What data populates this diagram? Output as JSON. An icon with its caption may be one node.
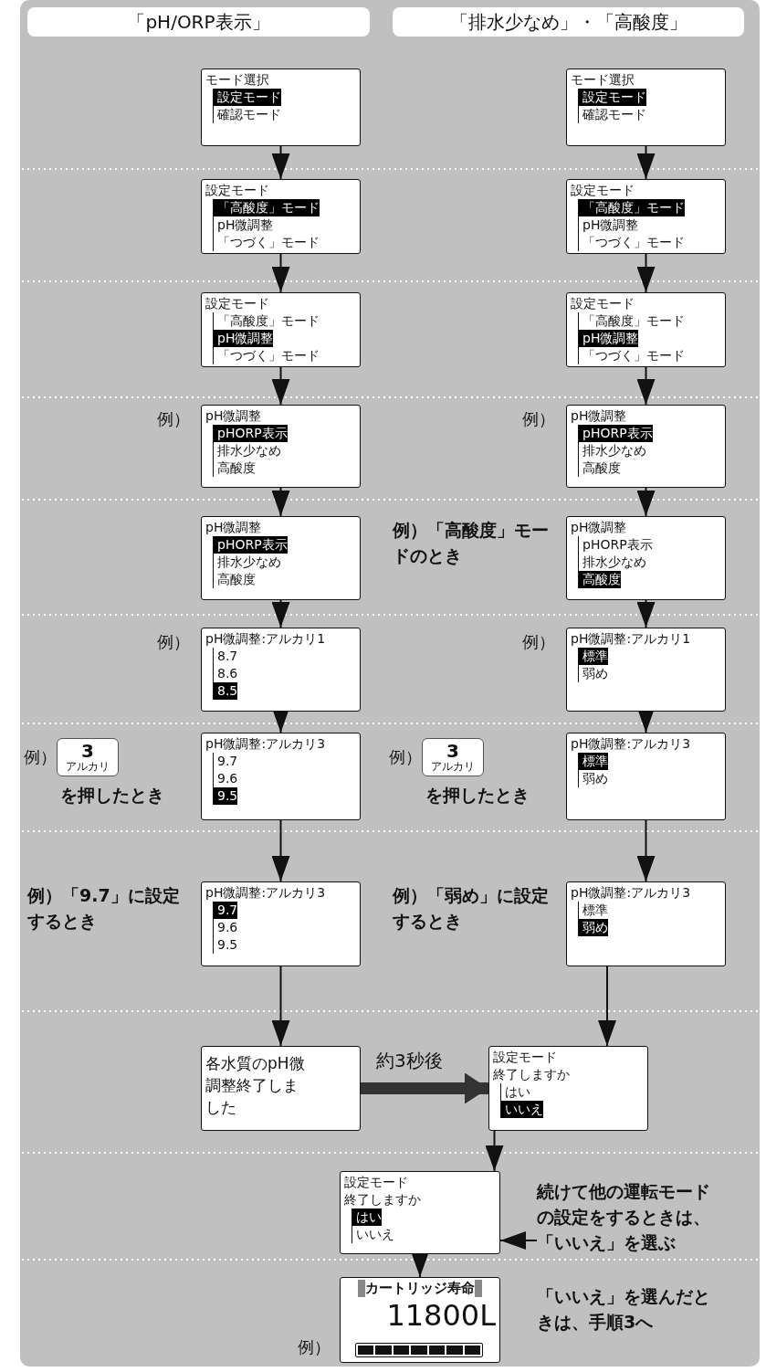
{
  "diagram": {
    "nodes": [
      {
        "text": [
          "「pH/ORP表示」"
        ]
      },
      {
        "text": [
          "「排水少なめ」・「高酸度」"
        ]
      },
      {
        "text": [
          "モード選択",
          "設定モード",
          "確認モード"
        ]
      },
      {
        "text": [
          "モード選択",
          "設定モード",
          "確認モード"
        ]
      },
      {
        "text": [
          "設定モード",
          "「高酸度」モード",
          "pH微調整",
          "「つづく」モード"
        ]
      },
      {
        "text": [
          "設定モード",
          "「高酸度」モード",
          "pH微調整",
          "「つづく」モード"
        ]
      },
      {
        "text": [
          "設定モード",
          "「高酸度」モード",
          "pH微調整",
          "「つづく」モード"
        ]
      },
      {
        "text": [
          "設定モード",
          "「高酸度」モード",
          "pH微調整",
          "「つづく」モード"
        ]
      },
      {
        "text": [
          "pH微調整",
          "pHORP表示",
          "排水少なめ",
          "高酸度"
        ],
        "beside": [
          "例）"
        ]
      },
      {
        "text": [
          "pH微調整",
          "pHORP表示",
          "排水少なめ",
          "高酸度"
        ],
        "beside": [
          "例）"
        ]
      },
      {
        "text": [
          "pH微調整",
          "pHORP表示",
          "排水少なめ",
          "高酸度"
        ]
      },
      {
        "text": [
          "pH微調整",
          "pHORP表示",
          "排水少なめ",
          "高酸度"
        ],
        "beside": [
          "例）「高酸度」モードのとき"
        ]
      },
      {
        "text": [
          "pH微調整:アルカリ1",
          "8.7",
          "8.6",
          "8.5"
        ],
        "beside": [
          "例）"
        ]
      },
      {
        "text": [
          "pH微調整:アルカリ1",
          "標準",
          "弱め"
        ],
        "beside": [
          "例）"
        ]
      },
      {
        "text": [
          "3",
          "アルカリ"
        ],
        "beside": [
          "例）",
          "を押したとき"
        ]
      },
      {
        "text": [
          "pH微調整:アルカリ3",
          "9.7",
          "9.6",
          "9.5"
        ]
      },
      {
        "text": [
          "3",
          "アルカリ"
        ],
        "beside": [
          "例）",
          "を押したとき"
        ]
      },
      {
        "text": [
          "pH微調整:アルカリ3",
          "標準",
          "弱め"
        ]
      },
      {
        "text": [
          "pH微調整:アルカリ3",
          "9.7",
          "9.6",
          "9.5"
        ],
        "beside": [
          "例）「9.7」に設定するとき"
        ]
      },
      {
        "text": [
          "pH微調整:アルカリ3",
          "標準",
          "弱め"
        ],
        "beside": [
          "例）「弱め」に設定するとき"
        ]
      },
      {
        "text": [
          "各水質のpH微調整終了しました"
        ]
      },
      {
        "text": [
          "設定モード",
          "終了しますか",
          "はい",
          "いいえ"
        ]
      },
      {
        "text": [
          "設定モード",
          "終了しますか",
          "はい",
          "いいえ"
        ]
      },
      {
        "text": [
          "続けて他の運転モードの設定をするときは、「いいえ」を選ぶ"
        ]
      },
      {
        "text": [
          "カートリッジ寿命",
          "11800L"
        ],
        "beside": [
          "例）"
        ]
      }
    ],
    "edges": [
      {
        "from": 2,
        "to": 4,
        "arrow": "to"
      },
      {
        "from": 4,
        "to": 6,
        "arrow": "to"
      },
      {
        "from": 6,
        "to": 8,
        "arrow": "to"
      },
      {
        "from": 8,
        "to": 10,
        "arrow": "to"
      },
      {
        "from": 10,
        "to": 12,
        "arrow": "to"
      },
      {
        "from": 12,
        "to": 15,
        "arrow": "to"
      },
      {
        "from": 15,
        "to": 18,
        "arrow": "to"
      },
      {
        "from": 18,
        "to": 20,
        "arrow": "to"
      },
      {
        "from": 3,
        "to": 5,
        "arrow": "to"
      },
      {
        "from": 5,
        "to": 7,
        "arrow": "to"
      },
      {
        "from": 7,
        "to": 9,
        "arrow": "to"
      },
      {
        "from": 9,
        "to": 11,
        "arrow": "to"
      },
      {
        "from": 11,
        "to": 13,
        "arrow": "to"
      },
      {
        "from": 13,
        "to": 17,
        "arrow": "to"
      },
      {
        "from": 17,
        "to": 19,
        "arrow": "to"
      },
      {
        "from": 19,
        "to": 21,
        "arrow": "to"
      },
      {
        "from": 20,
        "to": 21,
        "arrow": "to",
        "label": "約3秒後",
        "style": "thick",
        "color": "#333333"
      },
      {
        "from": 21,
        "to": 22,
        "arrow": "to"
      },
      {
        "from": 22,
        "to": 24,
        "arrow": "to"
      },
      {
        "from": 23,
        "to": 22,
        "arrow": "to"
      }
    ],
    "labels": [
      "「いいえ」を選んだときは、手順3へ"
    ]
  }
}
